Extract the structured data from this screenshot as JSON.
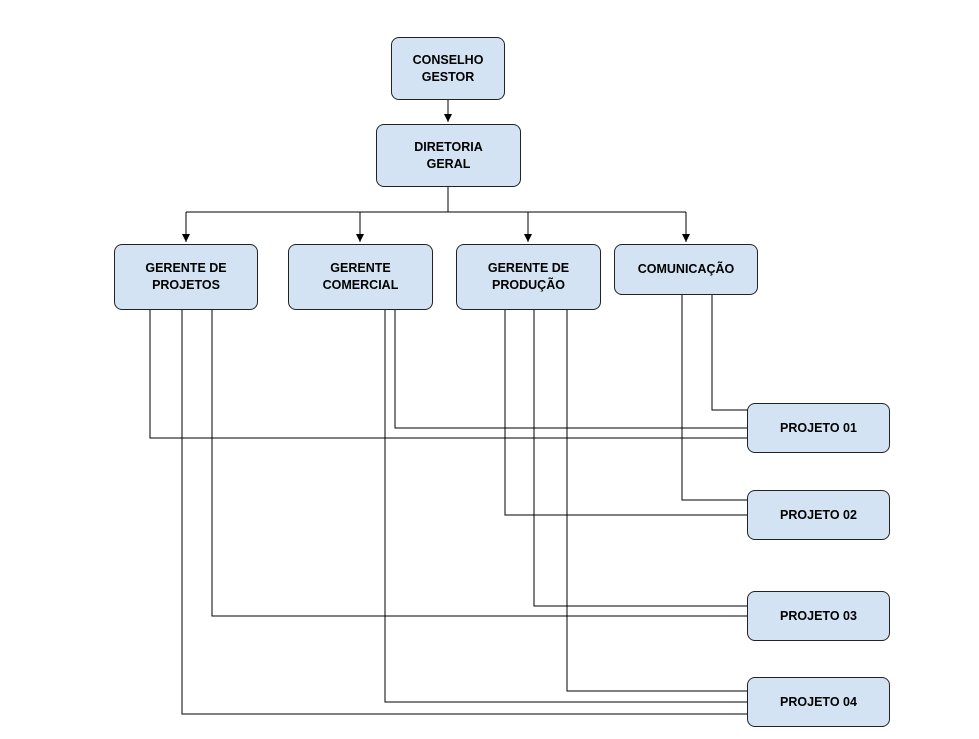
{
  "diagram": {
    "nodes": {
      "conselho": "CONSELHO\nGESTOR",
      "diretoria": "DIRETORIA\nGERAL",
      "gerente_projetos": "GERENTE DE\nPROJETOS",
      "gerente_comercial": "GERENTE\nCOMERCIAL",
      "gerente_producao": "GERENTE DE\nPRODUÇÃO",
      "comunicacao": "COMUNICAÇÃO",
      "projeto_01": "PROJETO 01",
      "projeto_02": "PROJETO 02",
      "projeto_03": "PROJETO 03",
      "projeto_04": "PROJETO 04"
    },
    "colors": {
      "box_fill": "#d4e3f3",
      "box_border": "#222222",
      "line": "#000000"
    }
  }
}
